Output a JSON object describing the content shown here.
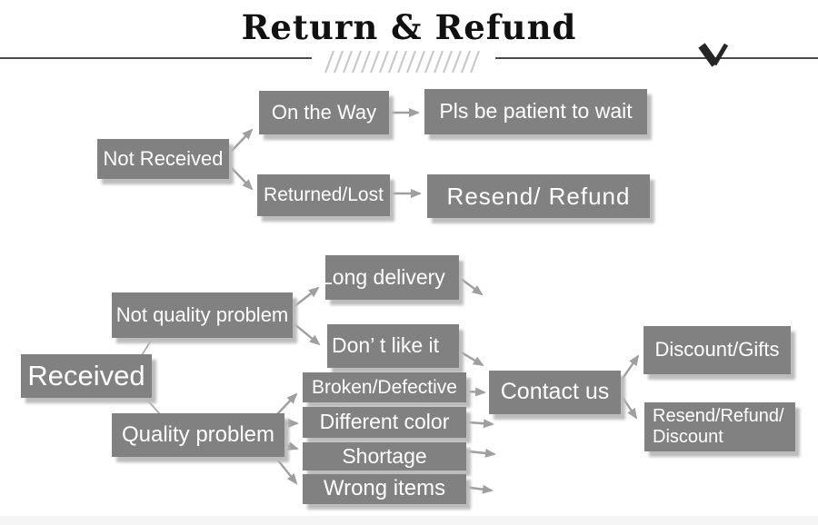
{
  "header": {
    "title": "Return & Refund"
  },
  "colors": {
    "node_fill": "#818181",
    "node_text": "#ffffff",
    "node_shadow": "#bcbcbc",
    "arrow": "#9f9f9f",
    "divider_line": "#4a4a4a",
    "hatch_marks": "#c9c9c9",
    "chevron": "#262626",
    "title_text": "#111111"
  },
  "nodes": {
    "not_received": "Not Received",
    "on_the_way": "On the Way",
    "pls_be_patient": "Pls be patient to wait",
    "returned_lost": "Returned/Lost",
    "resend_refund": "Resend/ Refund",
    "received": "Received",
    "not_quality_problem": "Not quality problem",
    "long_delivery": "Long delivery",
    "dont_like_it": "Don’ t like it",
    "quality_problem": "Quality problem",
    "broken_defective": "Broken/Defective",
    "different_color": "Different color",
    "shortage": "Shortage",
    "wrong_items": "Wrong items",
    "contact_us": "Contact us",
    "discount_gifts": "Discount/Gifts",
    "resend_refund_discount": "Resend/Refund/ Discount"
  }
}
